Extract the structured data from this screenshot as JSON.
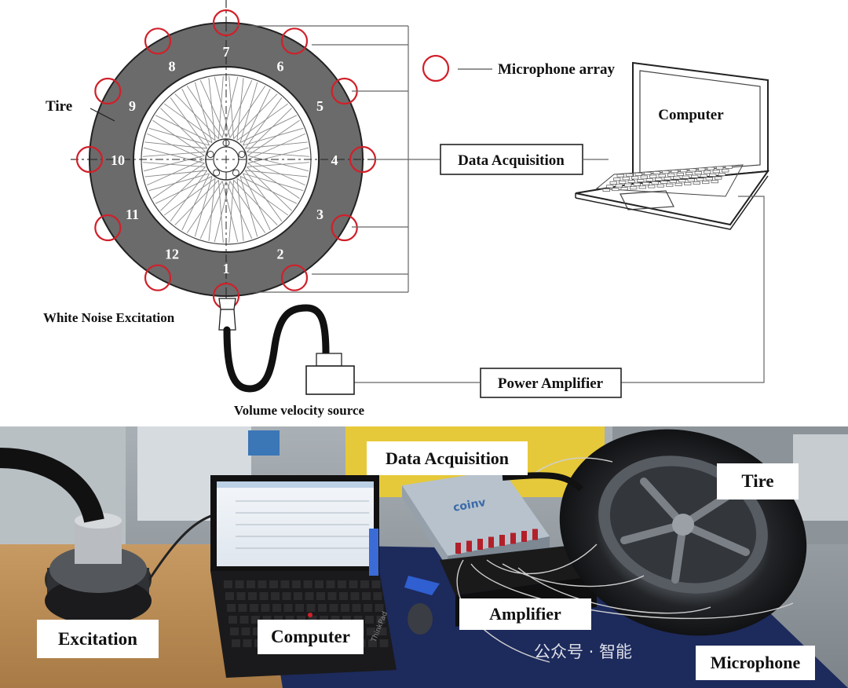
{
  "diagram": {
    "tire_label": "Tire",
    "positions": [
      "1",
      "2",
      "3",
      "4",
      "5",
      "6",
      "7",
      "8",
      "9",
      "10",
      "11",
      "12"
    ],
    "legend_label": "Microphone array",
    "computer_label": "Computer",
    "daq_label": "Data Acquisition",
    "excitation_label": "White Noise Excitation",
    "source_label": "Volume velocity source",
    "amp_label": "Power Amplifier",
    "colors": {
      "tire": "#6b6b6b",
      "mic_ring": "#d0202a",
      "line": "#555555"
    }
  },
  "photo": {
    "labels": {
      "daq": "Data Acquisition",
      "tire": "Tire",
      "amplifier": "Amplifier",
      "excitation": "Excitation",
      "computer": "Computer",
      "microphone": "Microphone"
    },
    "daq_brand": "coinv",
    "laptop_brand": "ThinkPad",
    "watermark": "公众号 · 智能"
  }
}
